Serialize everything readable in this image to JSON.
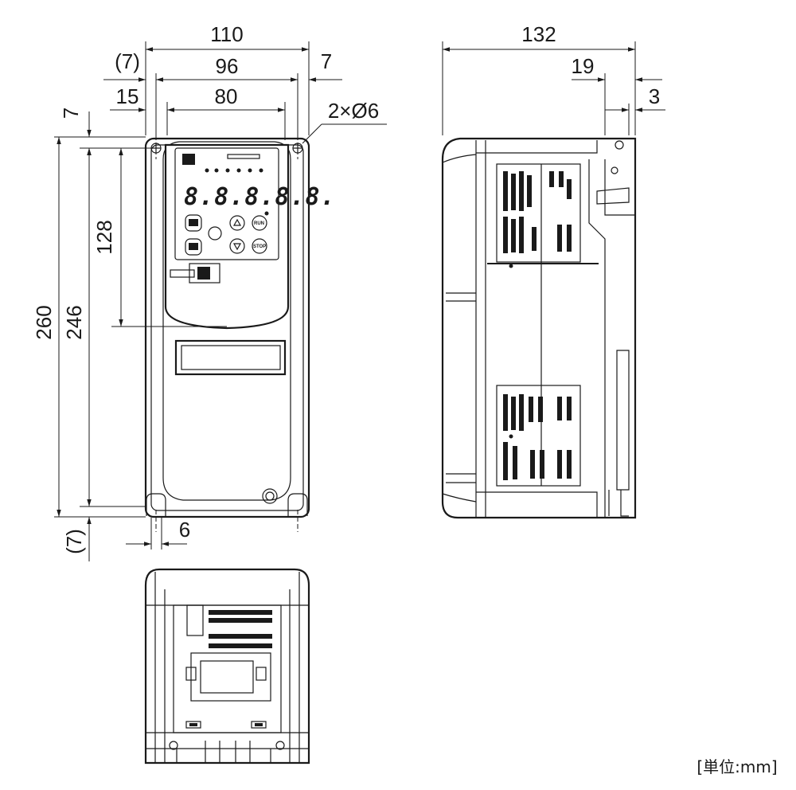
{
  "dimensions": {
    "front_overall_width": "110",
    "front_hole_pitch": "96",
    "front_offset_left": "(7)",
    "front_offset_right": "7",
    "front_edge_to_panel": "15",
    "front_panel_width": "80",
    "mount_holes": "2×Ø6",
    "top_hole_offset": "7",
    "panel_height": "128",
    "overall_height": "260",
    "hole_pitch_height": "246",
    "bottom_offset": "(7)",
    "slot_width": "6",
    "side_depth": "132",
    "side_step": "19",
    "side_flange": "3"
  },
  "panel": {
    "display_text": "8.8.8.8.8.",
    "keys": [
      "RUN",
      "STOP"
    ]
  },
  "unit_label": "[単位:mm]"
}
